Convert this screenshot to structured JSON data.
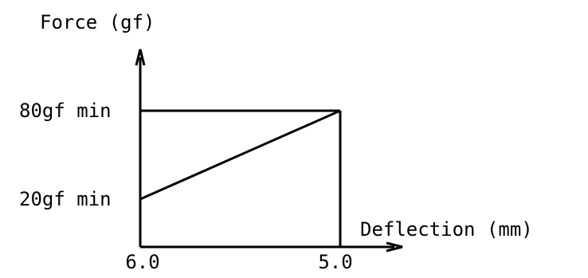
{
  "chart_data": {
    "type": "line",
    "ylabel": "Force (gf)",
    "xlabel": "Deflection (mm)",
    "x_ticks": [
      "6.0",
      "5.0"
    ],
    "y_ticks": [
      "20gf min",
      "80gf min"
    ],
    "xlim": [
      6.0,
      5.0
    ],
    "ylim_markers": [
      20,
      80
    ],
    "series": [
      {
        "x": [
          6.0,
          5.0
        ],
        "y": [
          20,
          80
        ]
      }
    ],
    "grid": false
  }
}
